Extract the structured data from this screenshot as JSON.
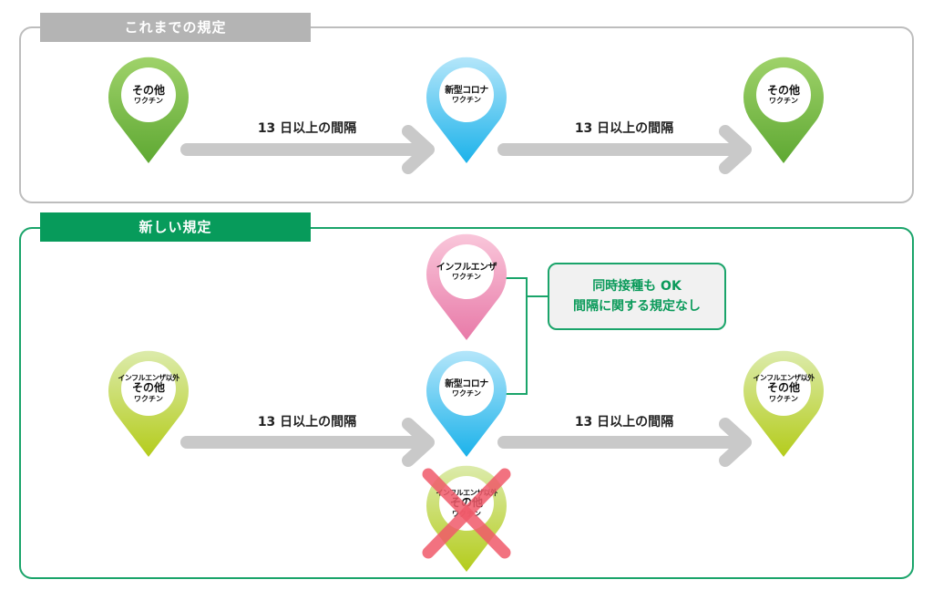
{
  "sections": {
    "old": {
      "title": "これまでの規定",
      "pins": [
        {
          "main": "その他",
          "small": "ワクチン",
          "color": "green"
        },
        {
          "main": "新型コロナ",
          "small": "ワクチン",
          "color": "blue"
        },
        {
          "main": "その他",
          "small": "ワクチン",
          "color": "green"
        }
      ],
      "arrows": [
        "13 日以上の間隔",
        "13 日以上の間隔"
      ]
    },
    "new": {
      "title": "新しい規定",
      "pins": [
        {
          "sub": "インフルエンザ以外",
          "main": "その他",
          "small": "ワクチン",
          "color": "lime"
        },
        {
          "main": "インフルエンザ",
          "small": "ワクチン",
          "color": "pink"
        },
        {
          "main": "新型コロナ",
          "small": "ワクチン",
          "color": "blue"
        },
        {
          "sub": "インフルエンザ以外",
          "main": "その他",
          "small": "ワクチン",
          "color": "lime"
        },
        {
          "sub": "インフルエンザ以外",
          "main": "その他",
          "small": "ワクチン",
          "color": "lime",
          "crossed": true
        }
      ],
      "arrows": [
        "13 日以上の間隔",
        "13 日以上の間隔"
      ],
      "note": {
        "line1": "同時接種も OK",
        "line2": "間隔に関する規定なし"
      }
    }
  },
  "colors": {
    "green": [
      "#9fd26a",
      "#5ea832"
    ],
    "blue": [
      "#b4e6fa",
      "#1bb2ea"
    ],
    "pink": [
      "#f9c6da",
      "#e87aa8"
    ],
    "lime": [
      "#dcebab",
      "#b4cc1c"
    ],
    "arrow": "#c9c9c9",
    "cross": "#f05a6a",
    "accent": "#079b5b"
  }
}
